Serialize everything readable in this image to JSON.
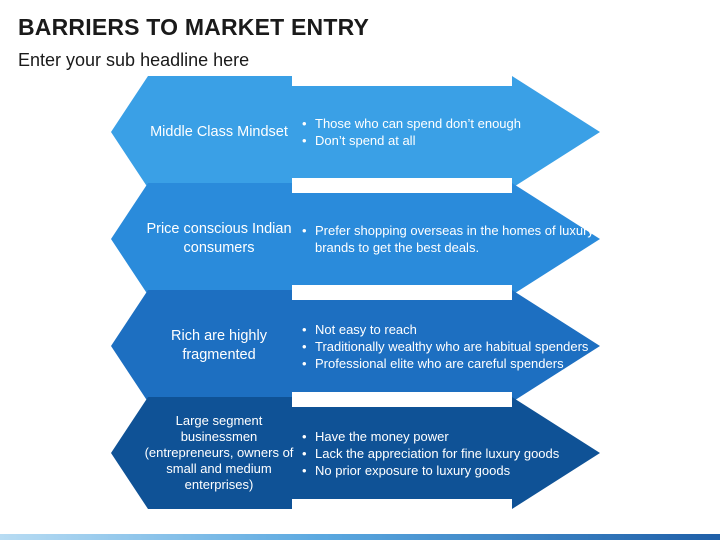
{
  "header": {
    "title": "BARRIERS TO MARKET ENTRY",
    "subtitle": "Enter your sub headline here"
  },
  "barriers": [
    {
      "label": "Middle Class Mindset",
      "color": "#3aa0e6",
      "points": [
        "Those who can spend don’t enough",
        "Don’t spend at all"
      ]
    },
    {
      "label": "Price conscious Indian consumers",
      "color": "#2a8bdb",
      "points": [
        "Prefer shopping overseas in the homes of luxury brands to get the best deals."
      ]
    },
    {
      "label": "Rich are highly fragmented",
      "color": "#1d6fc1",
      "points": [
        "Not easy to reach",
        "Traditionally wealthy who are habitual spenders",
        "Professional elite who are careful spenders"
      ]
    },
    {
      "label": "Large segment businessmen (entrepreneurs, owners of small and medium enterprises)",
      "color": "#0f5296",
      "points": [
        "Have the money power",
        "Lack the appreciation for fine luxury goods",
        "No prior exposure to luxury goods"
      ]
    }
  ]
}
